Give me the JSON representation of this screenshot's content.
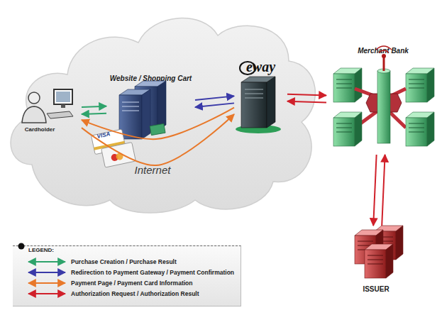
{
  "diagram": {
    "nodes": [
      {
        "text": [
          "Internet"
        ]
      },
      {
        "text": [
          "Cardholder"
        ],
        "in": 0
      },
      {
        "text": [
          "Website / Shopping Cart"
        ],
        "in": 0
      },
      {
        "text": [
          "eway"
        ],
        "in": 0
      },
      {
        "text": [
          "Merchant Bank"
        ]
      },
      {
        "text": [
          "ISSUER"
        ]
      }
    ],
    "edges": [
      {
        "from": 1,
        "to": 2,
        "arrow": "to"
      },
      {
        "from": 2,
        "to": 1,
        "arrow": "to"
      },
      {
        "from": 2,
        "to": 3,
        "arrow": "to"
      },
      {
        "from": 3,
        "to": 2,
        "arrow": "to"
      },
      {
        "from": 3,
        "to": 1,
        "arrow": "to"
      },
      {
        "from": 1,
        "to": 3,
        "arrow": "to"
      },
      {
        "from": 3,
        "to": 4,
        "arrow": "to"
      },
      {
        "from": 4,
        "to": 3,
        "arrow": "to"
      },
      {
        "from": 4,
        "to": 5,
        "arrow": "to"
      },
      {
        "from": 5,
        "to": 4,
        "arrow": "to"
      }
    ],
    "labels": [
      "VISA",
      "LEGEND:"
    ],
    "legend": [
      {
        "text": "Purchase Creation / Purchase Result"
      },
      {
        "text": "Redirection to Payment Gateway / Payment Confirmation"
      },
      {
        "text": "Payment Page / Payment Card Information"
      },
      {
        "text": "Authorization Request / Authorization Result"
      }
    ]
  }
}
